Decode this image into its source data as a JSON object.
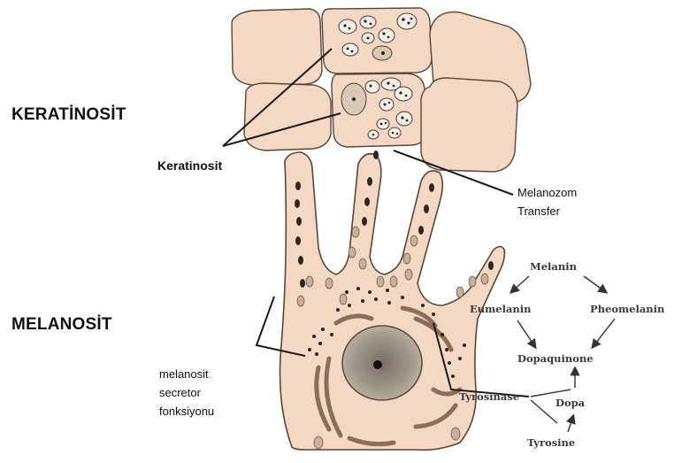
{
  "section_labels": {
    "keratinocyte": "KERATİNOSİT",
    "melanocyte": "MELANOSİT"
  },
  "callouts": {
    "keratinocyte": "Keratinosit",
    "melanosome_transfer": [
      "Melanozom",
      "Transfer"
    ],
    "secretory_function": [
      "melanosit",
      "secretor",
      "fonksiyonu"
    ]
  },
  "pathway": {
    "melanin": "Melanin",
    "eumelanin": "Eumelanin",
    "pheomelanin": "Pheomelanin",
    "dopaquinone": "Dopaquinone",
    "tyrosinase": "Tyrosinase",
    "dopa": "Dopa",
    "tyrosine": "Tyrosine"
  },
  "colors": {
    "cell_fill": "#f4d8c4",
    "cell_stroke": "#5a4638",
    "nucleus": "#9e9487",
    "organelle": "#2c2620",
    "melanosome_brown": "#b59a80"
  }
}
